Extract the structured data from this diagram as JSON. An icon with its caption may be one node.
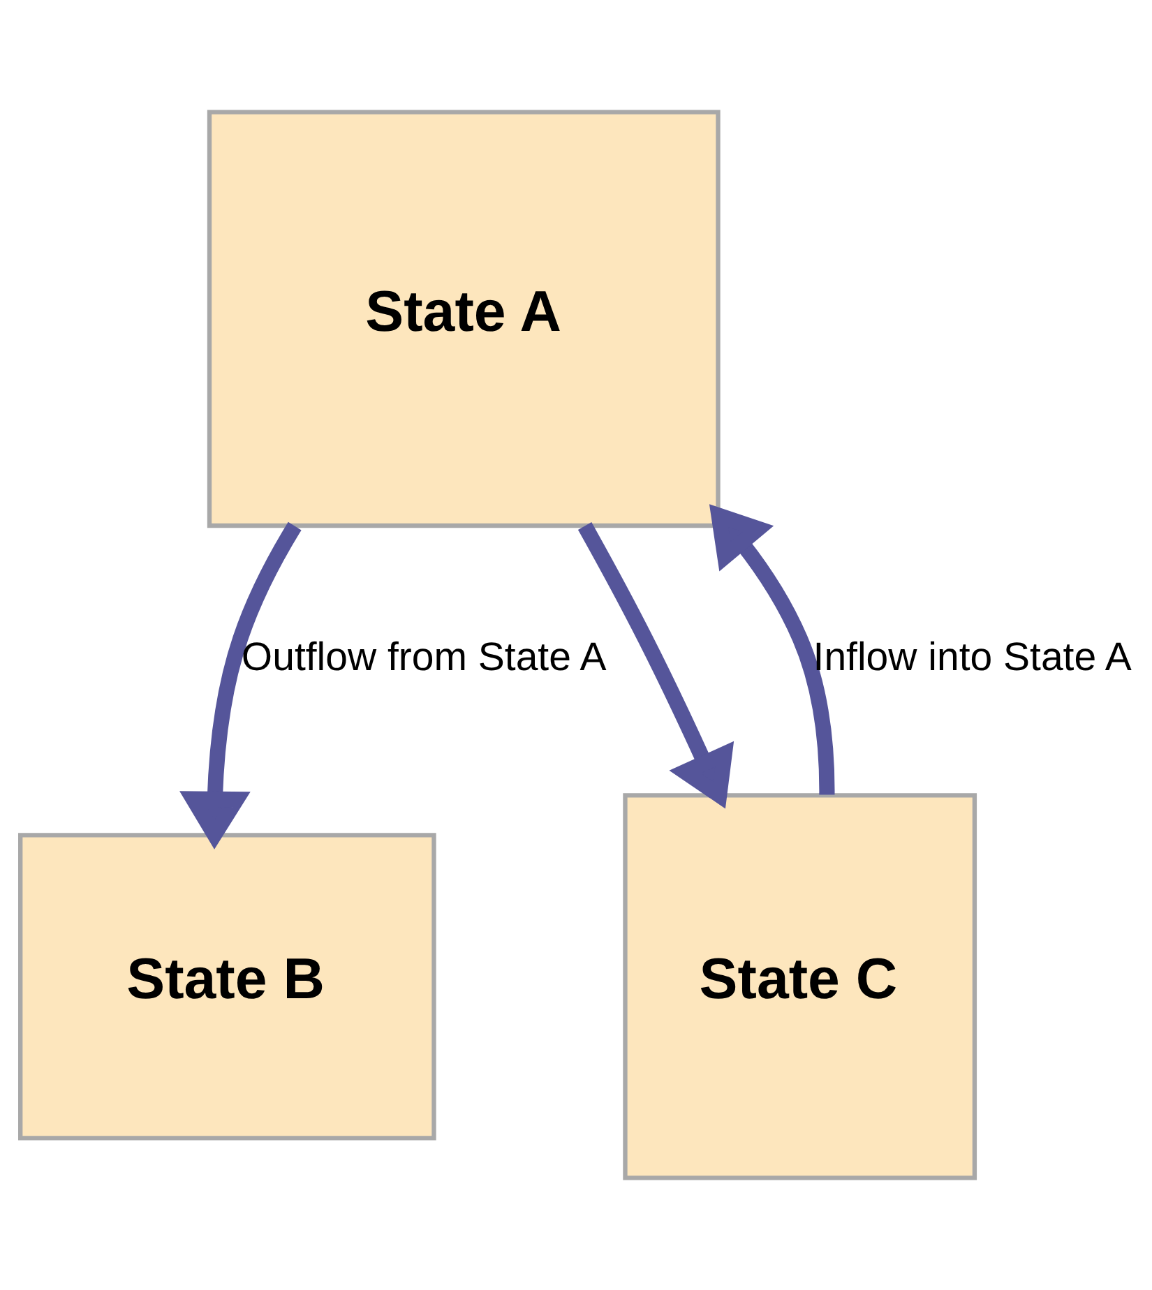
{
  "diagram": {
    "nodes": [
      {
        "text": [
          "State A"
        ]
      },
      {
        "text": [
          "State B"
        ]
      },
      {
        "text": [
          "State C"
        ]
      }
    ],
    "edges": [
      {
        "from": 0,
        "to": 1,
        "arrow": "to",
        "label": "Outflow from State A"
      },
      {
        "from": 0,
        "to": 2,
        "arrow": "to"
      },
      {
        "from": 2,
        "to": 0,
        "arrow": "to",
        "label": "Inflow into State A"
      }
    ]
  }
}
